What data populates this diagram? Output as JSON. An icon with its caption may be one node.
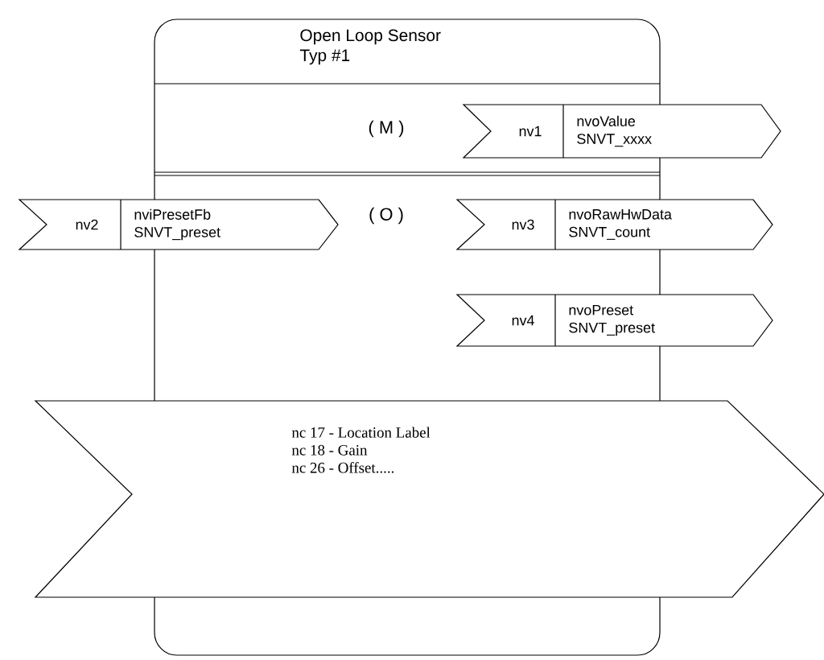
{
  "diagram": {
    "nodes": [
      {
        "text": [
          "Open Loop Sensor Typ #1"
        ]
      },
      {
        "text": [
          "nv1",
          "nvoValue SNVT_xxxx"
        ]
      },
      {
        "text": [
          "nv2",
          "nviPresetFb SNVT_preset"
        ]
      },
      {
        "text": [
          "nv3",
          "nvoRawHwData SNVT_count"
        ]
      },
      {
        "text": [
          "nv4",
          "nvoPreset SNVT_preset"
        ]
      },
      {
        "text": [
          "nc 17 - Location Label",
          "nc 18 - Gain",
          "nc 26 - Offset....."
        ]
      }
    ],
    "labels": [
      "( M )",
      "( O )"
    ]
  }
}
